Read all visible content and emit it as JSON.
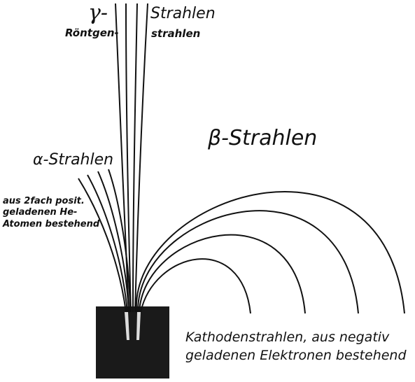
{
  "labels": {
    "gamma_symbol": "γ-",
    "gamma_strahlen": "Strahlen",
    "roentgen": "Röntgen-",
    "roentgen_strahlen": "strahlen",
    "alpha_heading": "α-Strahlen",
    "alpha_description": "aus 2fach posit. geladenen He-Atomen bestehend",
    "beta_heading": "β-Strahlen",
    "cathode_description": "Kathodenstrahlen, aus negativ geladenen Elektronen bestehend"
  },
  "colors": {
    "ink": "#111111",
    "source_block": "#1a1a1a"
  }
}
